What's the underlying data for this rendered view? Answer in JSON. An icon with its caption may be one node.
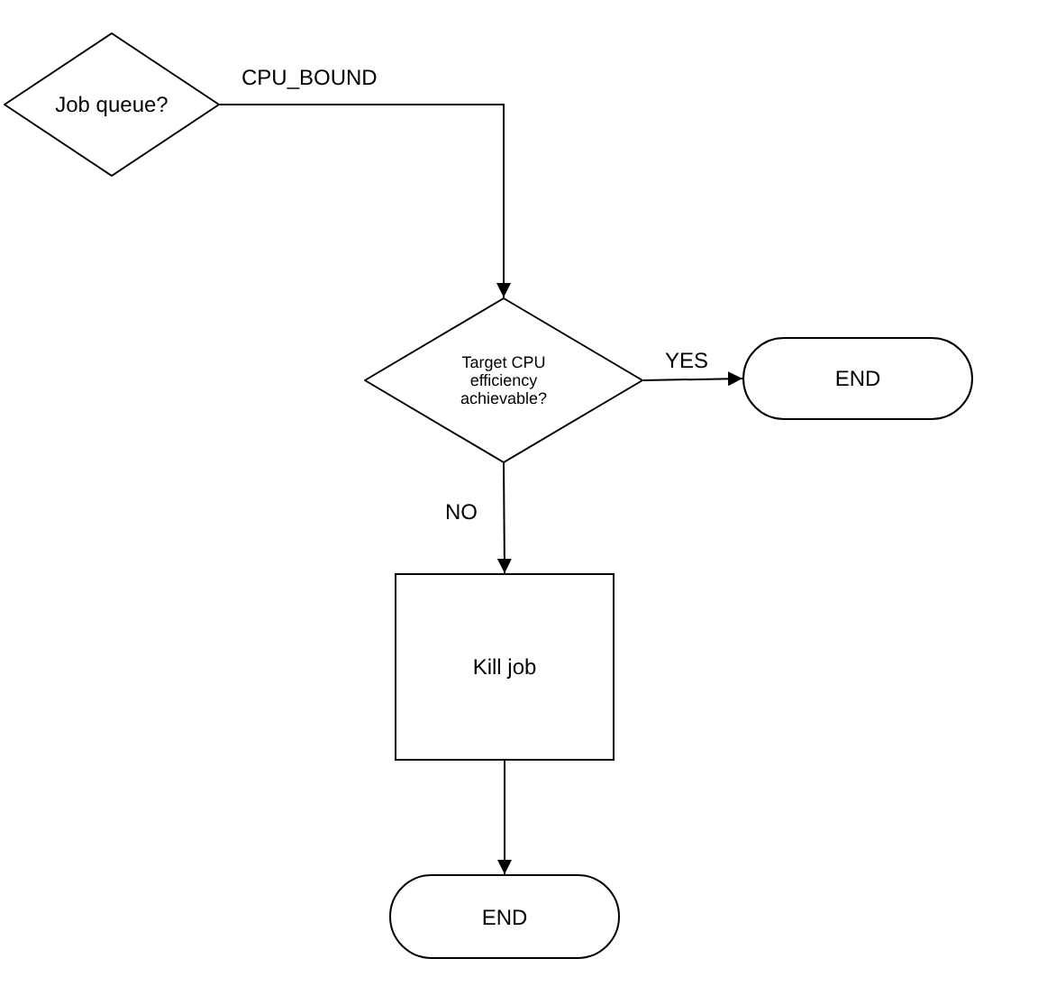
{
  "diagram": {
    "nodes": [
      {
        "text": [
          "Job queue?"
        ]
      },
      {
        "text": [
          "Target CPU efficiency achievable?"
        ]
      },
      {
        "text": [
          "END"
        ]
      },
      {
        "text": [
          "Kill job"
        ]
      },
      {
        "text": [
          "END"
        ]
      }
    ],
    "edges": [
      {
        "from": 0,
        "to": 1,
        "arrow": "to",
        "label": "CPU_BOUND"
      },
      {
        "from": 1,
        "to": 2,
        "arrow": "to",
        "label": "YES"
      },
      {
        "from": 1,
        "to": 3,
        "arrow": "to",
        "label": "NO"
      },
      {
        "from": 3,
        "to": 4,
        "arrow": "to"
      }
    ]
  }
}
